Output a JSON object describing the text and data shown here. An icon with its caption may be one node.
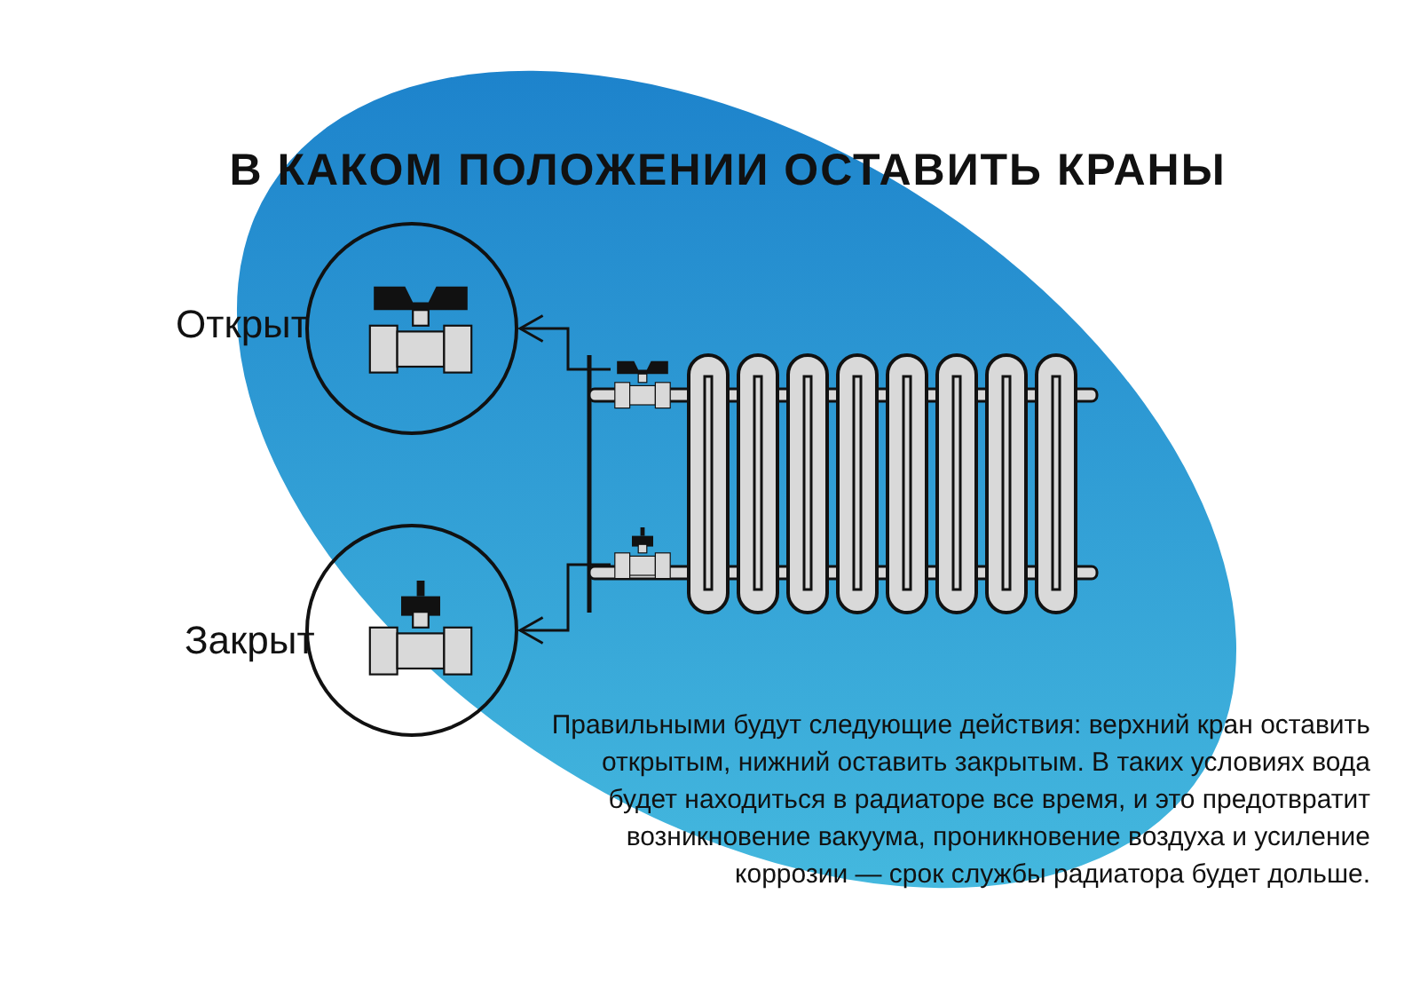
{
  "diagram": {
    "title": "В КАКОМ ПОЛОЖЕНИИ ОСТАВИТЬ КРАНЫ",
    "nodes": [
      {
        "text": [
          "Открыт"
        ]
      },
      {
        "text": [
          "Закрыт"
        ]
      },
      {
        "text": [],
        "shape": "picture"
      },
      {
        "text": [],
        "shape": "picture"
      }
    ],
    "edges": [
      {
        "from": 2,
        "to": 0,
        "arrow": "to"
      },
      {
        "from": 3,
        "to": 1,
        "arrow": "to"
      }
    ],
    "labels": [
      "Правильными будут следующие действия: верхний кран оставить открытым, нижний оставить закрытым. В таких условиях вода будет находиться в радиаторе все время, и это предотвратит возникновение вакуума, проникновение воздуха и усиление коррозии — срок службы радиатора будет дольше."
    ]
  }
}
